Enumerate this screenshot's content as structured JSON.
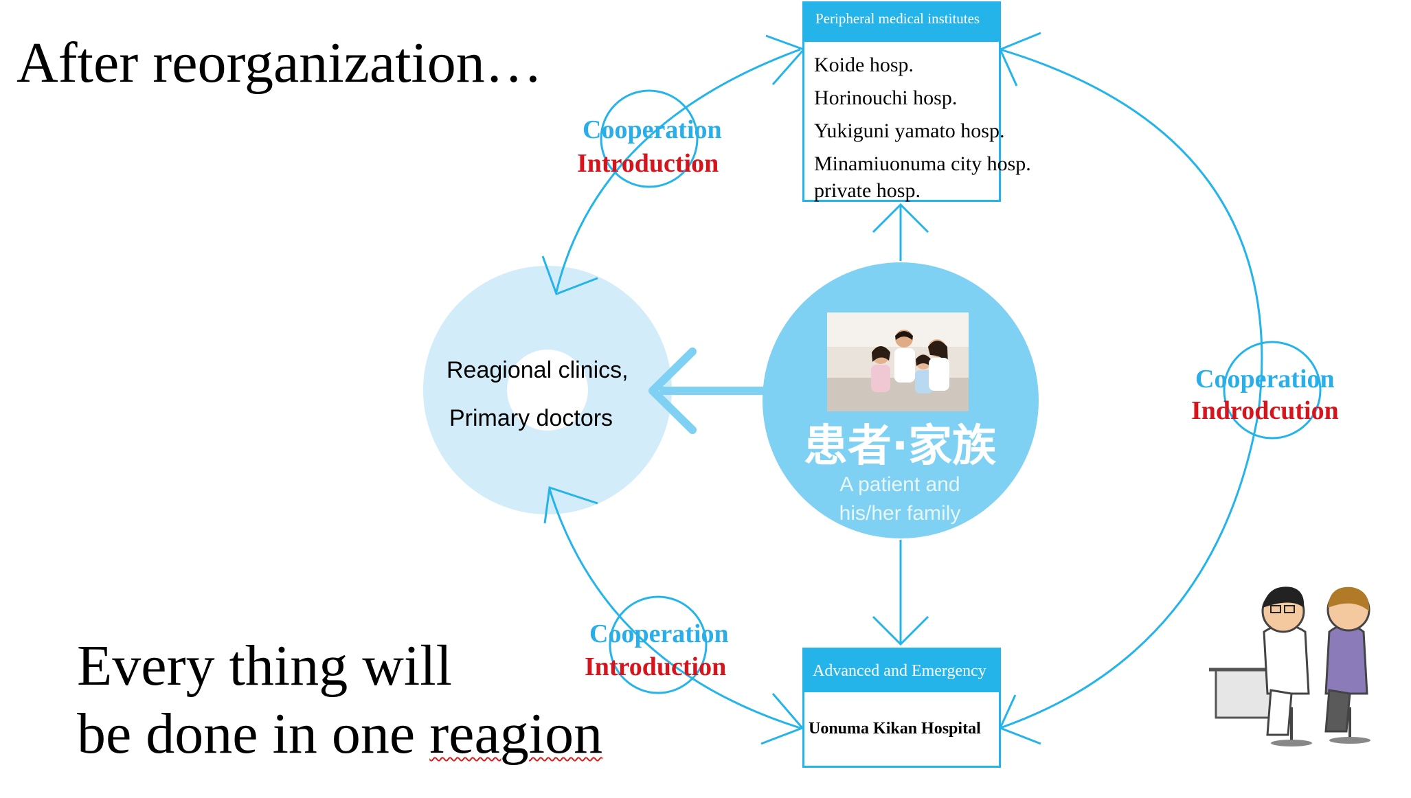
{
  "slide": {
    "title_top": "After reorganization…",
    "title_bottom_line1": "Every thing will",
    "title_bottom_line2_prefix": "be done in one ",
    "title_bottom_line2_word": "reagion"
  },
  "peripheral_box": {
    "header": "Peripheral medical institutes",
    "items": [
      "Koide hosp.",
      "Horinouchi hosp.",
      "Yukiguni yamato hosp.",
      "Minamiuonuma city hosp.",
      "private hosp."
    ]
  },
  "advanced_box": {
    "header": "Advanced and Emergency",
    "hospital": "Uonuma Kikan Hospital"
  },
  "clinics": {
    "line1": "Reagional clinics,",
    "line2": "Primary doctors"
  },
  "patient": {
    "label_jp": "患者·家族",
    "label_en_line1": "A patient and",
    "label_en_line2": "his/her family"
  },
  "relations": {
    "top_left": {
      "cooperation": "Cooperation",
      "introduction": "Introduction"
    },
    "bottom_left": {
      "cooperation": "Cooperation",
      "introduction": "Introduction"
    },
    "right": {
      "cooperation": "Cooperation",
      "introduction": "Indrodcution"
    }
  },
  "colors": {
    "accent_blue": "#25b4ea",
    "light_blue": "#7fd1f4",
    "pale_blue": "#d3ecf9",
    "red": "#d6141c"
  }
}
